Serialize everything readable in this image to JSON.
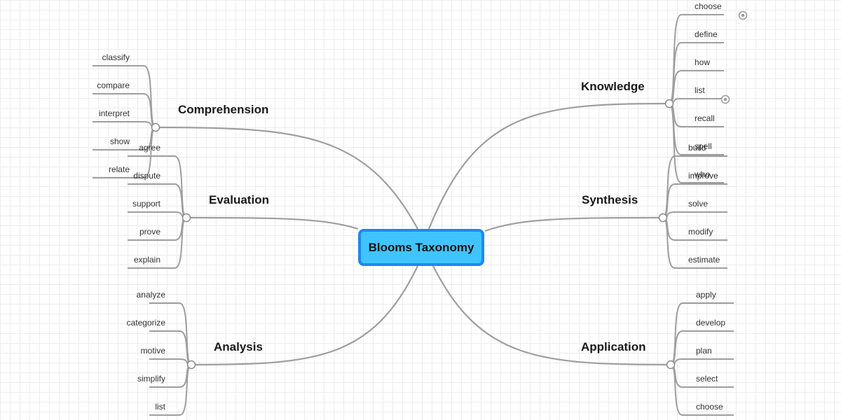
{
  "central_topic": "Blooms Taxonomy",
  "colors": {
    "central_fill": "#40c4ff",
    "central_border": "#1e88f0",
    "connector": "#9e9e9e",
    "grid": "#ececec"
  },
  "branches": [
    {
      "label": "Knowledge",
      "side": "right",
      "children": [
        "choose",
        "define",
        "how",
        "list",
        "recall",
        "spell",
        "who"
      ]
    },
    {
      "label": "Synthesis",
      "side": "right",
      "children": [
        "build",
        "improve",
        "solve",
        "modify",
        "estimate"
      ]
    },
    {
      "label": "Application",
      "side": "right",
      "children": [
        "apply",
        "develop",
        "plan",
        "select",
        "choose"
      ]
    },
    {
      "label": "Comprehension",
      "side": "left",
      "children": [
        "classify",
        "compare",
        "interpret",
        "show",
        "relate"
      ]
    },
    {
      "label": "Evaluation",
      "side": "left",
      "children": [
        "agree",
        "dispute",
        "support",
        "prove",
        "explain"
      ]
    },
    {
      "label": "Analysis",
      "side": "left",
      "children": [
        "analyze",
        "categorize",
        "motive",
        "simplify",
        "list"
      ]
    }
  ]
}
